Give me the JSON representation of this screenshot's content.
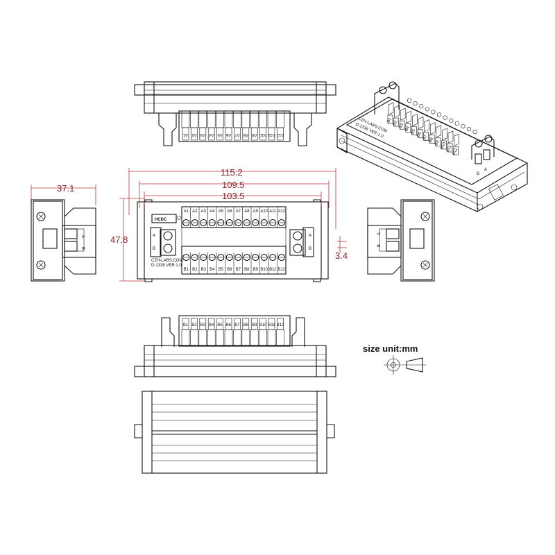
{
  "dimensions": {
    "width_overall": "115.2",
    "width_mid": "109.5",
    "width_inner": "103.5",
    "height": "47.8",
    "depth": "37.1",
    "offset": "3.4"
  },
  "labels": {
    "a_terminals": [
      "A1",
      "A2",
      "A3",
      "A4",
      "A5",
      "A6",
      "A7",
      "A8",
      "A9",
      "A10",
      "A11",
      "A12"
    ],
    "b_terminals": [
      "B1",
      "B2",
      "B3",
      "B4",
      "B5",
      "B6",
      "B7",
      "B8",
      "B9",
      "B10",
      "B11",
      "B12"
    ],
    "top_view_a": [
      "A1",
      "A2",
      "A3",
      "A4",
      "A5",
      "A6",
      "A7",
      "A8",
      "A9",
      "A10",
      "A11",
      "A12"
    ],
    "bottom_view_b": [
      "B1",
      "B2",
      "B3",
      "B4",
      "B5",
      "B6",
      "B7",
      "B8",
      "B9",
      "B10",
      "B11",
      "B12"
    ],
    "iso_b": [
      "B1",
      "B2",
      "B3",
      "B4",
      "B5",
      "B6",
      "B7",
      "B8",
      "B9",
      "B10",
      "B11",
      "B12"
    ],
    "side_a": "A",
    "side_b": "B"
  },
  "pcb": {
    "logo": "HCDC",
    "brand": "CZH-LABS.COM",
    "model": "D-1338 VER:1.0",
    "iso_brand": "CZH-LABS.COM",
    "iso_model": "D-1338 VER:1.0"
  },
  "legend": {
    "size_unit": "size unit:mm"
  }
}
